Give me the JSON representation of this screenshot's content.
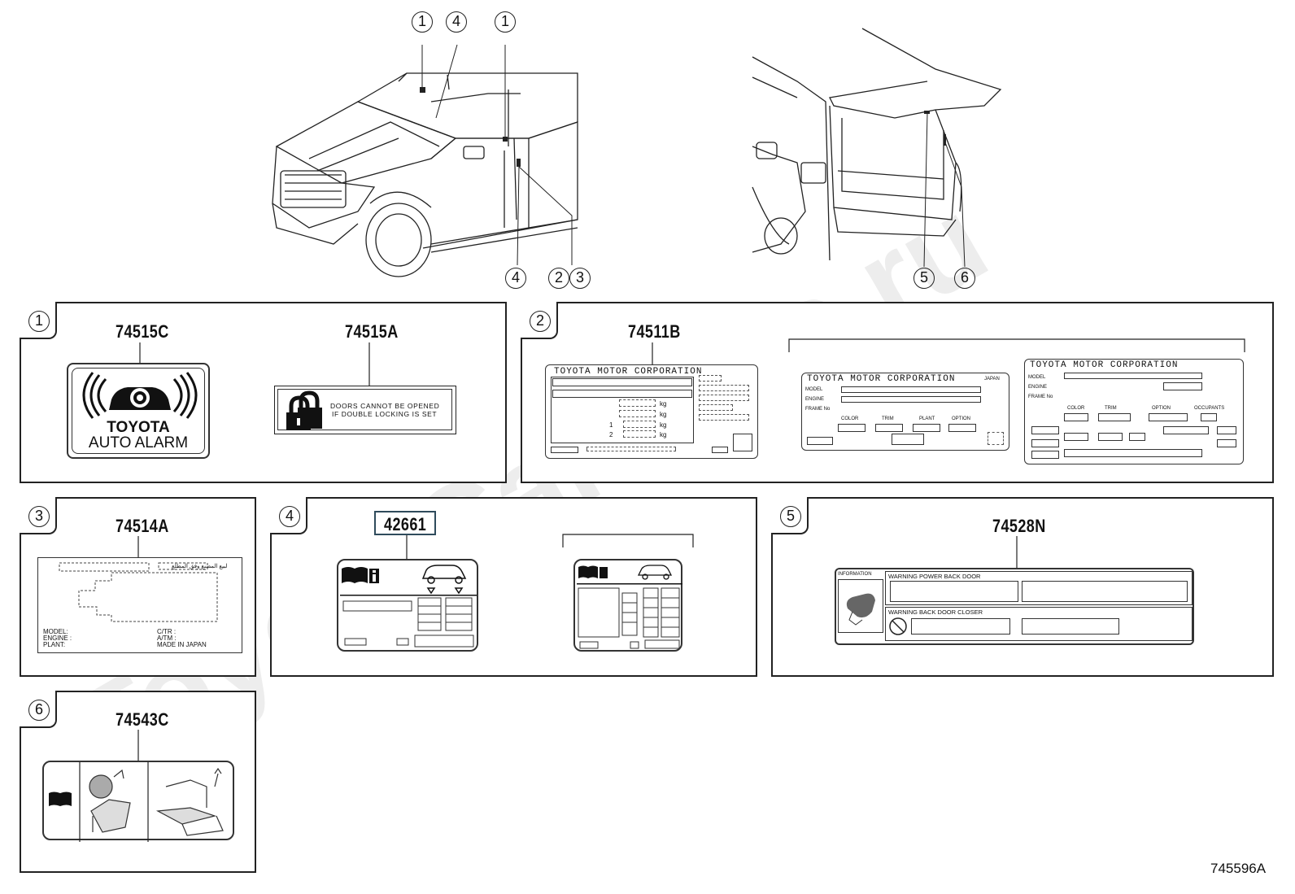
{
  "watermark": "ToyotaCarMine.ru",
  "diagram_id": "745596A",
  "callouts": {
    "front": [
      "1",
      "4",
      "1",
      "4",
      "2",
      "3"
    ],
    "rear": [
      "5",
      "6"
    ]
  },
  "panels": [
    {
      "num": "1",
      "parts": [
        "74515C",
        "74515A"
      ],
      "alarm_text": [
        "TOYOTA",
        "AUTO ALARM"
      ],
      "lock_text": [
        "DOORS CANNOT BE OPENED",
        "IF DOUBLE LOCKING IS SET"
      ]
    },
    {
      "num": "2",
      "parts": [
        "74511B"
      ],
      "plate_title": "TOYOTA MOTOR CORPORATION",
      "plate_units": [
        "kg",
        "kg",
        "kg",
        "kg"
      ],
      "plate_axles": [
        "1",
        "2"
      ],
      "alt_fields": [
        "MODEL",
        "ENGINE",
        "FRAME No"
      ],
      "alt_cols": [
        "COLOR",
        "TRIM",
        "PLANT",
        "OPTION"
      ],
      "alt_cols2": [
        "COLOR",
        "TRIM",
        "OPTION",
        "OCCUPANTS"
      ],
      "japan": "JAPAN"
    },
    {
      "num": "3",
      "parts": [
        "74514A"
      ],
      "info_left": [
        "MODEL:",
        "ENGINE :",
        "PLANT:"
      ],
      "info_right": [
        "C/TR :",
        "A/TM :",
        "MADE IN JAPAN"
      ]
    },
    {
      "num": "4",
      "parts": [
        "42661"
      ]
    },
    {
      "num": "5",
      "parts": [
        "74528N"
      ],
      "info": "INFORMATION",
      "warn1": "WARNING POWER BACK DOOR",
      "warn2": "WARNING BACK DOOR CLOSER"
    },
    {
      "num": "6",
      "parts": [
        "74543C"
      ]
    }
  ]
}
